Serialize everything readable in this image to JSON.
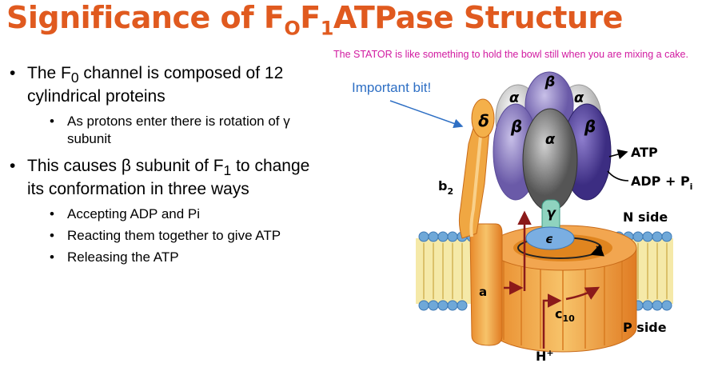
{
  "title": {
    "pre": "Significance of F",
    "sub1": "O",
    "mid": "F",
    "sub2": "1",
    "post": "ATPase Structure"
  },
  "bullets": {
    "b1": {
      "pre": "The F",
      "sub": "0",
      "post": " channel is composed of 12 cylindrical proteins"
    },
    "b1a": "As protons enter there is rotation of γ subunit",
    "b2": {
      "pre": "This causes β subunit of F",
      "sub": "1",
      "post": " to change its conformation in three ways"
    },
    "b2a": "Accepting ADP and Pi",
    "b2b": "Reacting them together to give ATP",
    "b2c": "Releasing the ATP"
  },
  "note": "The STATOR is like something to hold the bowl still when you are mixing a cake.",
  "important": "Important bit!",
  "diagram": {
    "alpha": "α",
    "beta": "β",
    "delta": "δ",
    "gamma": "γ",
    "epsilon": "ϵ",
    "b2": "b",
    "b2_sub": "2",
    "a": "a",
    "c10": "c",
    "c10_sub": "10",
    "atp": "ATP",
    "adp": "ADP + P",
    "adp_sub": "i",
    "n_side": "N side",
    "p_side": "P side",
    "h": "H",
    "h_sup": "+"
  },
  "colors": {
    "title": "#e05a1f",
    "note": "#d11aa0",
    "important": "#2e6fc4",
    "arrow": "#8b1a1a"
  }
}
